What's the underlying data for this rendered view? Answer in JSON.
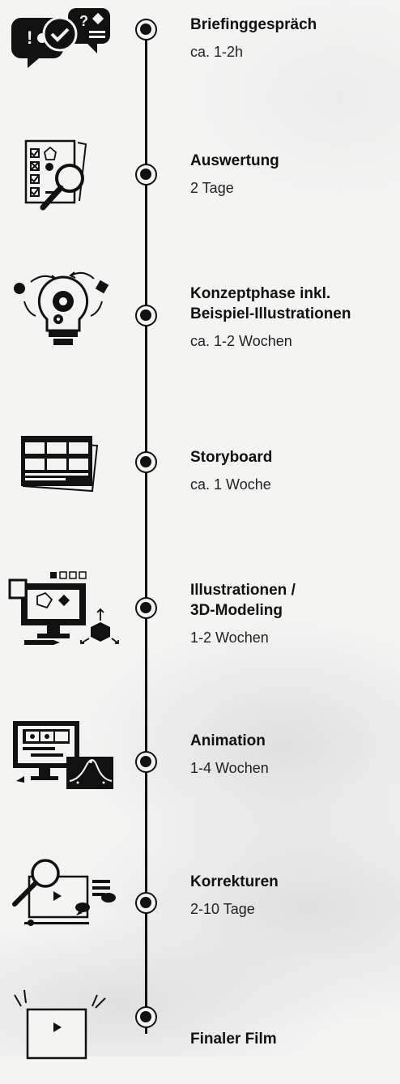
{
  "steps": [
    {
      "title": "Briefinggespräch",
      "duration": "ca. 1-2h",
      "icon": "speech-bubbles-icon"
    },
    {
      "title": "Auswertung",
      "duration": "2 Tage",
      "icon": "checklist-magnifier-icon"
    },
    {
      "title": "Konzeptphase inkl.\nBeispiel-Illustrationen",
      "duration": "ca. 1-2 Wochen",
      "icon": "lightbulb-gear-icon"
    },
    {
      "title": "Storyboard",
      "duration": "ca. 1 Woche",
      "icon": "storyboard-icon"
    },
    {
      "title": "Illustrationen /\n3D-Modeling",
      "duration": "1-2 Wochen",
      "icon": "monitor-3d-modeling-icon"
    },
    {
      "title": "Animation",
      "duration": "1-4 Wochen",
      "icon": "animation-monitor-icon"
    },
    {
      "title": "Korrekturen",
      "duration": "2-10 Tage",
      "icon": "video-review-icon"
    },
    {
      "title": "Finaler Film",
      "duration": "",
      "icon": "final-film-icon"
    }
  ],
  "colors": {
    "ink": "#111111",
    "background": "#f4f4f3"
  }
}
